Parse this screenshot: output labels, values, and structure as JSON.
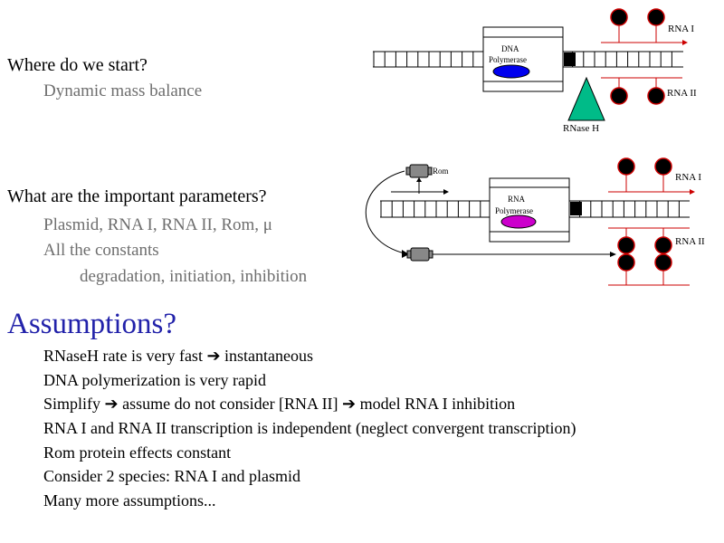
{
  "section1": {
    "question": "Where do we start?",
    "answer": "Dynamic mass balance"
  },
  "section2": {
    "question": "What are the important parameters?",
    "items": [
      "Plasmid, RNA I, RNA II, Rom, μ",
      "All the constants",
      "degradation, initiation, inhibition"
    ]
  },
  "assumptions": {
    "title": "Assumptions?",
    "items": [
      "RNaseH rate is very fast ➔ instantaneous",
      "DNA polymerization is very rapid",
      "Simplify ➔ assume do not consider [RNA II] ➔ model RNA I inhibition",
      "RNA I and RNA II transcription is independent (neglect convergent transcription)",
      "Rom protein effects constant",
      "Consider 2 species: RNA I and plasmid",
      "Many more assumptions..."
    ]
  },
  "diagram_top": {
    "enzyme_label_line1": "DNA",
    "enzyme_label_line2": "Polymerase",
    "rna1_label": "RNA I",
    "rna2_label": "RNA II",
    "rnase_label": "RNase H"
  },
  "diagram_bottom": {
    "enzyme_label_line1": "RNA",
    "enzyme_label_line2": "Polymerase",
    "rom_label": "Rom",
    "rna1_label": "RNA I",
    "rna2_label": "RNA II"
  },
  "colors": {
    "assumptions_title": "#2222aa",
    "subtext_gray": "#6e6e6e",
    "dna_polymerase": "#0000ee",
    "rna_polymerase": "#cc00cc",
    "rnase": "#00bb88",
    "rna_line": "#cc0000"
  }
}
